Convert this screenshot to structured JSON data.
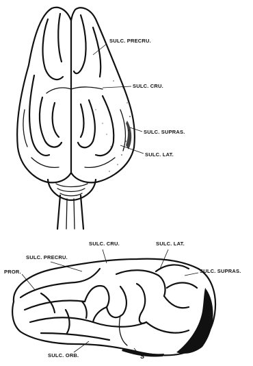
{
  "labels": {
    "dorsal_precruciate": "SULC. PRECRU.",
    "dorsal_cruciate": "SULC. CRU.",
    "dorsal_suprasylvian": "SULC. SUPRAS.",
    "dorsal_lateral": "SULC. LAT.",
    "lateral_precruciate": "SULC. PRECRU.",
    "lateral_cruciate": "SULC. CRU.",
    "lateral_lateral": "SULC. LAT.",
    "lateral_suprasylvian": "SULC. SUPRAS.",
    "lateral_proreus": "PROR.",
    "lateral_orbital": "SULC. ORB.",
    "lateral_s": "S"
  }
}
